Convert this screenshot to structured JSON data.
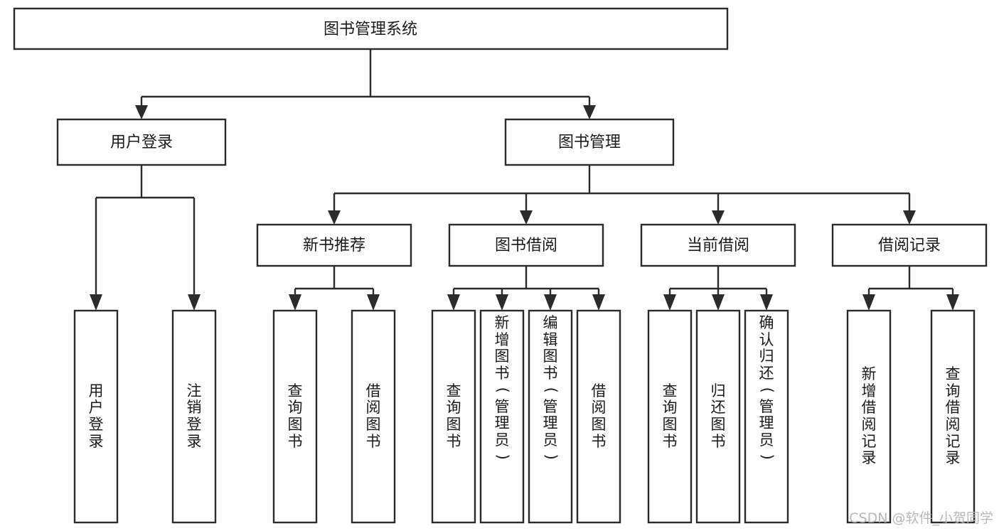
{
  "diagram": {
    "title": "图书管理系统",
    "type": "tree",
    "watermark": "CSDN @软件_小贺同学",
    "colors": {
      "stroke": "#2b2b2b",
      "box_fill": "#ffffff",
      "text": "#1a1a1a",
      "watermark": "#b8b8b8",
      "background": "#ffffff"
    },
    "root": {
      "label": "图书管理系统"
    },
    "level2": [
      {
        "label": "用户登录"
      },
      {
        "label": "图书管理"
      }
    ],
    "level3": [
      {
        "label": "新书推荐"
      },
      {
        "label": "图书借阅"
      },
      {
        "label": "当前借阅"
      },
      {
        "label": "借阅记录"
      }
    ],
    "leaves": {
      "user_login": [
        {
          "label": "用户登录",
          "chars": [
            "用",
            "户",
            "登",
            "录"
          ]
        },
        {
          "label": "注销登录",
          "chars": [
            "注",
            "销",
            "登",
            "录"
          ]
        }
      ],
      "new_book_recommend": [
        {
          "label": "查询图书",
          "chars": [
            "查",
            "询",
            "图",
            "书"
          ]
        },
        {
          "label": "借阅图书",
          "chars": [
            "借",
            "阅",
            "图",
            "书"
          ]
        }
      ],
      "book_borrow": [
        {
          "label": "查询图书",
          "chars": [
            "查",
            "询",
            "图",
            "书"
          ]
        },
        {
          "label": "新增图书（管理员）",
          "chars": [
            "新",
            "增",
            "图",
            "书",
            "（",
            "管",
            "理",
            "员",
            "）"
          ]
        },
        {
          "label": "编辑图书（管理员）",
          "chars": [
            "编",
            "辑",
            "图",
            "书",
            "（",
            "管",
            "理",
            "员",
            "）"
          ]
        },
        {
          "label": "借阅图书",
          "chars": [
            "借",
            "阅",
            "图",
            "书"
          ]
        }
      ],
      "current_borrow": [
        {
          "label": "查询图书",
          "chars": [
            "查",
            "询",
            "图",
            "书"
          ]
        },
        {
          "label": "归还图书",
          "chars": [
            "归",
            "还",
            "图",
            "书"
          ]
        },
        {
          "label": "确认归还（管理员）",
          "chars": [
            "确",
            "认",
            "归",
            "还",
            "（",
            "管",
            "理",
            "员",
            "）"
          ]
        }
      ],
      "borrow_records": [
        {
          "label": "新增借阅记录",
          "chars": [
            "新",
            "增",
            "借",
            "阅",
            "记",
            "录"
          ]
        },
        {
          "label": "查询借阅记录",
          "chars": [
            "查",
            "询",
            "借",
            "阅",
            "记",
            "录"
          ]
        }
      ]
    }
  }
}
